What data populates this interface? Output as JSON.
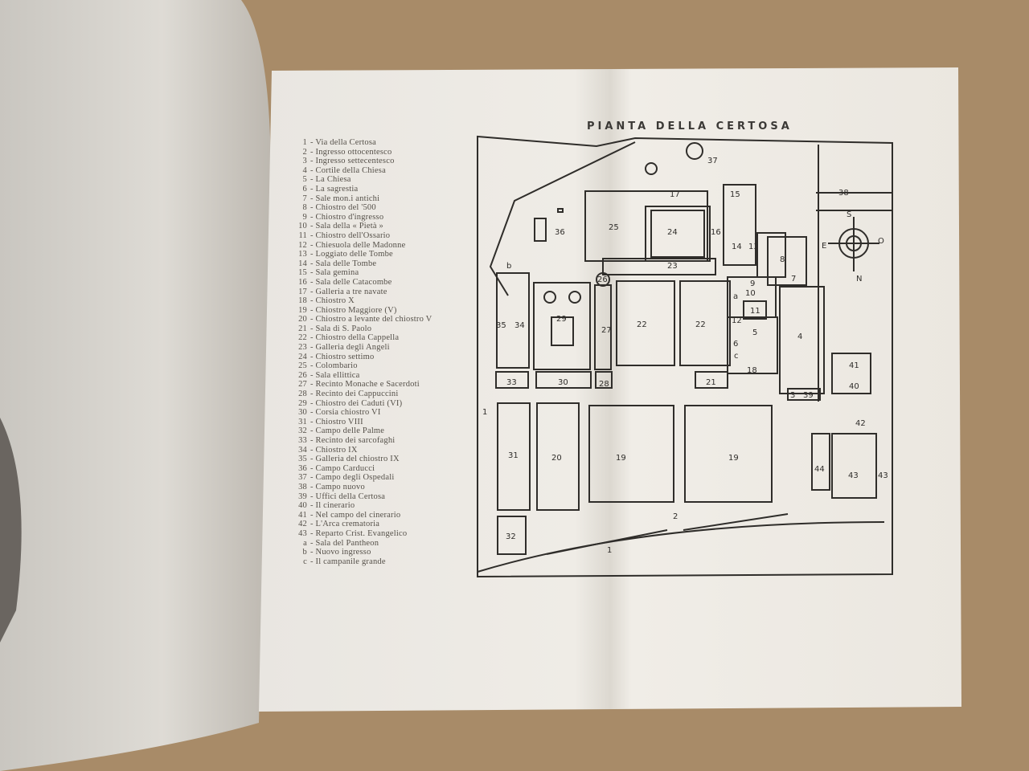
{
  "title": "PIANTA DELLA CERTOSA",
  "legend": [
    {
      "key": "1",
      "label": "Via della Certosa"
    },
    {
      "key": "2",
      "label": "Ingresso ottocentesco"
    },
    {
      "key": "3",
      "label": "Ingresso settecentesco"
    },
    {
      "key": "4",
      "label": "Cortile della Chiesa"
    },
    {
      "key": "5",
      "label": "La Chiesa"
    },
    {
      "key": "6",
      "label": "La sagrestia"
    },
    {
      "key": "7",
      "label": "Sale mon.i antichi"
    },
    {
      "key": "8",
      "label": "Chiostro del '500"
    },
    {
      "key": "9",
      "label": "Chiostro d'ingresso"
    },
    {
      "key": "10",
      "label": "Sala della « Pietà »"
    },
    {
      "key": "11",
      "label": "Chiostro dell'Ossario"
    },
    {
      "key": "12",
      "label": "Chiesuola delle Madonne"
    },
    {
      "key": "13",
      "label": "Loggiato delle Tombe"
    },
    {
      "key": "14",
      "label": "Sala delle Tombe"
    },
    {
      "key": "15",
      "label": "Sala gemina"
    },
    {
      "key": "16",
      "label": "Sala delle Catacombe"
    },
    {
      "key": "17",
      "label": "Galleria a tre navate"
    },
    {
      "key": "18",
      "label": "Chiostro X"
    },
    {
      "key": "19",
      "label": "Chiostro Maggiore (V)"
    },
    {
      "key": "20",
      "label": "Chiostro a levante del chiostro V"
    },
    {
      "key": "21",
      "label": "Sala di S. Paolo"
    },
    {
      "key": "22",
      "label": "Chiostro della Cappella"
    },
    {
      "key": "23",
      "label": "Galleria degli Angeli"
    },
    {
      "key": "24",
      "label": "Chiostro settimo"
    },
    {
      "key": "25",
      "label": "Colombario"
    },
    {
      "key": "26",
      "label": "Sala ellittica"
    },
    {
      "key": "27",
      "label": "Recinto Monache e Sacerdoti"
    },
    {
      "key": "28",
      "label": "Recinto dei Cappuccini"
    },
    {
      "key": "29",
      "label": "Chiostro dei Caduti (VI)"
    },
    {
      "key": "30",
      "label": "Corsia chiostro VI"
    },
    {
      "key": "31",
      "label": "Chiostro VIII"
    },
    {
      "key": "32",
      "label": "Campo delle Palme"
    },
    {
      "key": "33",
      "label": "Recinto dei sarcofaghi"
    },
    {
      "key": "34",
      "label": "Chiostro IX"
    },
    {
      "key": "35",
      "label": "Galleria del chiostro IX"
    },
    {
      "key": "36",
      "label": "Campo Carducci"
    },
    {
      "key": "37",
      "label": "Campo degli Ospedali"
    },
    {
      "key": "38",
      "label": "Campo nuovo"
    },
    {
      "key": "39",
      "label": "Uffici della Certosa"
    },
    {
      "key": "40",
      "label": "Il cinerario"
    },
    {
      "key": "41",
      "label": "Nel campo del cinerario"
    },
    {
      "key": "42",
      "label": "L'Arca crematoria"
    },
    {
      "key": "43",
      "label": "Reparto Crist. Evangelico"
    },
    {
      "key": "a",
      "label": "Sala del Pantheon"
    },
    {
      "key": "b",
      "label": "Nuovo ingresso"
    },
    {
      "key": "c",
      "label": "Il campanile grande"
    }
  ],
  "map": {
    "labels": [
      "37",
      "38",
      "17",
      "15",
      "36",
      "25",
      "24",
      "16",
      "14",
      "13",
      "8",
      "23",
      "26",
      "b",
      "9",
      "10",
      "a",
      "11",
      "12",
      "7",
      "35",
      "34",
      "29",
      "27",
      "22",
      "22",
      "5",
      "4",
      "6",
      "c",
      "18",
      "41",
      "40",
      "33",
      "30",
      "28",
      "21",
      "3",
      "39",
      "42",
      "1",
      "31",
      "20",
      "19",
      "19",
      "44",
      "43",
      "43",
      "2",
      "1",
      "32"
    ],
    "compass": {
      "north": "N",
      "south": "S",
      "east": "E",
      "west": "O"
    }
  },
  "colors": {
    "ink": "#2f2d2a",
    "paper": "#efebe4",
    "cardboard": "#a88b68"
  }
}
